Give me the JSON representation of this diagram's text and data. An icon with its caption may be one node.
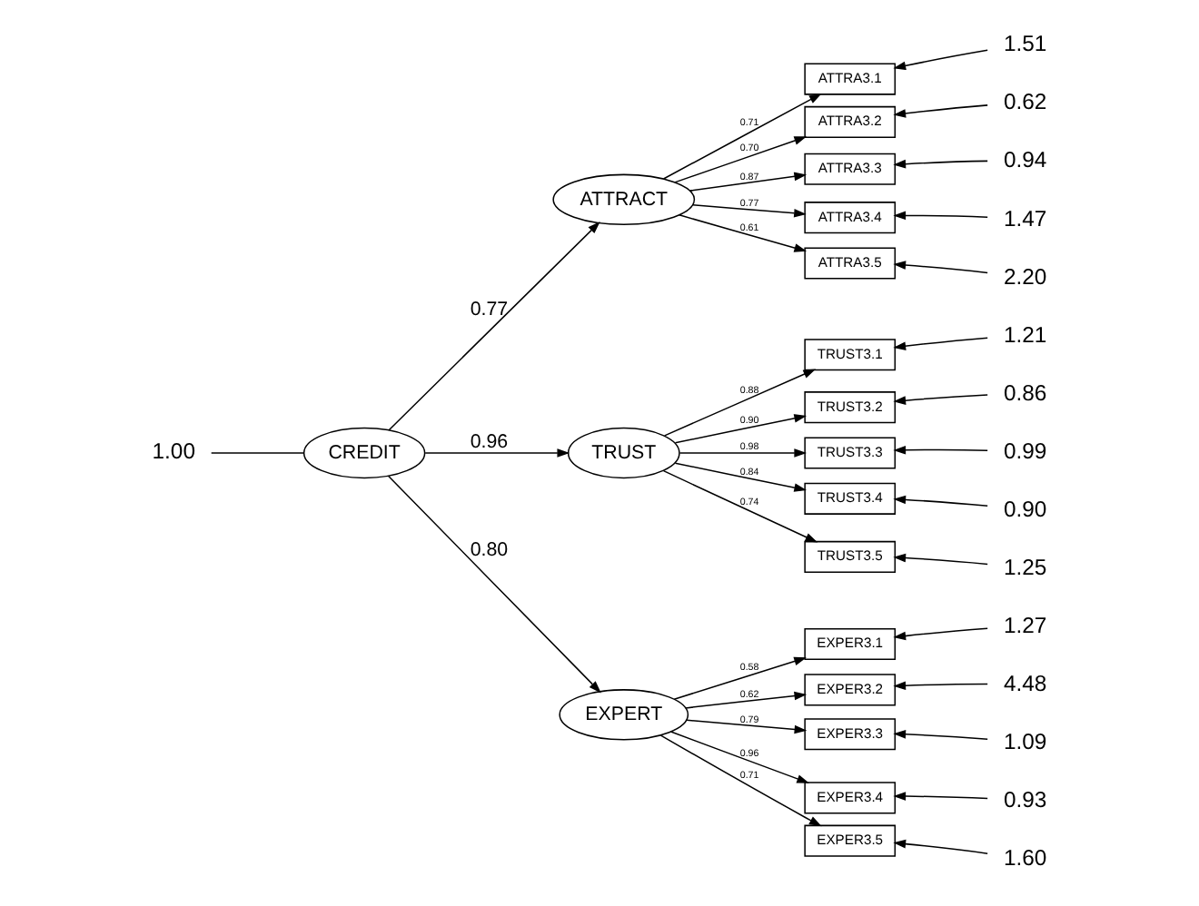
{
  "diagram": {
    "nodes": [
      {
        "text": [
          "1.00"
        ]
      },
      {
        "text": [
          "CREDIT"
        ]
      },
      {
        "text": [
          "ATTRACT"
        ]
      },
      {
        "text": [
          "TRUST"
        ]
      },
      {
        "text": [
          "EXPERT"
        ]
      },
      {
        "text": [
          "ATTRA3.1"
        ]
      },
      {
        "text": [
          "ATTRA3.2"
        ]
      },
      {
        "text": [
          "ATTRA3.3"
        ]
      },
      {
        "text": [
          "ATTRA3.4"
        ]
      },
      {
        "text": [
          "ATTRA3.5"
        ]
      },
      {
        "text": [
          "TRUST3.1"
        ]
      },
      {
        "text": [
          "TRUST3.2"
        ]
      },
      {
        "text": [
          "TRUST3.3"
        ]
      },
      {
        "text": [
          "TRUST3.4"
        ]
      },
      {
        "text": [
          "TRUST3.5"
        ]
      },
      {
        "text": [
          "EXPER3.1"
        ]
      },
      {
        "text": [
          "EXPER3.2"
        ]
      },
      {
        "text": [
          "EXPER3.3"
        ]
      },
      {
        "text": [
          "EXPER3.4"
        ]
      },
      {
        "text": [
          "EXPER3.5"
        ]
      },
      {
        "text": [
          "1.51"
        ]
      },
      {
        "text": [
          "0.62"
        ]
      },
      {
        "text": [
          "0.94"
        ]
      },
      {
        "text": [
          "1.47"
        ]
      },
      {
        "text": [
          "2.20"
        ]
      },
      {
        "text": [
          "1.21"
        ]
      },
      {
        "text": [
          "0.86"
        ]
      },
      {
        "text": [
          "0.99"
        ]
      },
      {
        "text": [
          "0.90"
        ]
      },
      {
        "text": [
          "1.25"
        ]
      },
      {
        "text": [
          "1.27"
        ]
      },
      {
        "text": [
          "4.48"
        ]
      },
      {
        "text": [
          "1.09"
        ]
      },
      {
        "text": [
          "0.93"
        ]
      },
      {
        "text": [
          "1.60"
        ]
      }
    ],
    "edges": [
      {
        "from": 0,
        "to": 1,
        "arrow": "none"
      },
      {
        "from": 1,
        "to": 2,
        "arrow": "to",
        "label": "0.77"
      },
      {
        "from": 1,
        "to": 3,
        "arrow": "to",
        "label": "0.96"
      },
      {
        "from": 1,
        "to": 4,
        "arrow": "to",
        "label": "0.80"
      },
      {
        "from": 2,
        "to": 5,
        "arrow": "to",
        "label": "0.71"
      },
      {
        "from": 2,
        "to": 6,
        "arrow": "to",
        "label": "0.70"
      },
      {
        "from": 2,
        "to": 7,
        "arrow": "to",
        "label": "0.87"
      },
      {
        "from": 2,
        "to": 8,
        "arrow": "to",
        "label": "0.77"
      },
      {
        "from": 2,
        "to": 9,
        "arrow": "to",
        "label": "0.61"
      },
      {
        "from": 3,
        "to": 10,
        "arrow": "to",
        "label": "0.88"
      },
      {
        "from": 3,
        "to": 11,
        "arrow": "to",
        "label": "0.90"
      },
      {
        "from": 3,
        "to": 12,
        "arrow": "to",
        "label": "0.98"
      },
      {
        "from": 3,
        "to": 13,
        "arrow": "to",
        "label": "0.84"
      },
      {
        "from": 3,
        "to": 14,
        "arrow": "to",
        "label": "0.74"
      },
      {
        "from": 4,
        "to": 15,
        "arrow": "to",
        "label": "0.58"
      },
      {
        "from": 4,
        "to": 16,
        "arrow": "to",
        "label": "0.62"
      },
      {
        "from": 4,
        "to": 17,
        "arrow": "to",
        "label": "0.79"
      },
      {
        "from": 4,
        "to": 18,
        "arrow": "to",
        "label": "0.96"
      },
      {
        "from": 4,
        "to": 19,
        "arrow": "to",
        "label": "0.71"
      },
      {
        "from": 20,
        "to": 5,
        "arrow": "to"
      },
      {
        "from": 21,
        "to": 6,
        "arrow": "to"
      },
      {
        "from": 22,
        "to": 7,
        "arrow": "to"
      },
      {
        "from": 23,
        "to": 8,
        "arrow": "to"
      },
      {
        "from": 24,
        "to": 9,
        "arrow": "to"
      },
      {
        "from": 25,
        "to": 10,
        "arrow": "to"
      },
      {
        "from": 26,
        "to": 11,
        "arrow": "to"
      },
      {
        "from": 27,
        "to": 12,
        "arrow": "to"
      },
      {
        "from": 28,
        "to": 13,
        "arrow": "to"
      },
      {
        "from": 29,
        "to": 14,
        "arrow": "to"
      },
      {
        "from": 30,
        "to": 15,
        "arrow": "to"
      },
      {
        "from": 31,
        "to": 16,
        "arrow": "to"
      },
      {
        "from": 32,
        "to": 17,
        "arrow": "to"
      },
      {
        "from": 33,
        "to": 18,
        "arrow": "to"
      },
      {
        "from": 34,
        "to": 19,
        "arrow": "to"
      }
    ]
  }
}
